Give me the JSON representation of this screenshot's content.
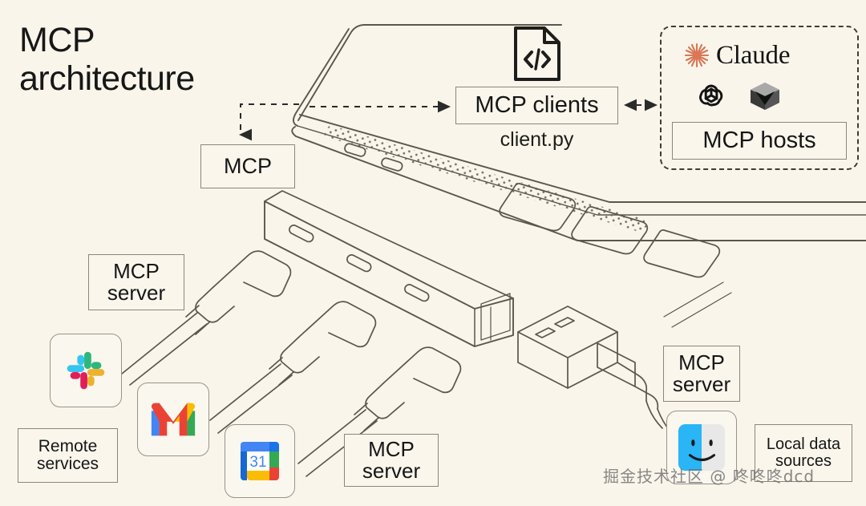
{
  "background_color": "#f9f5ea",
  "title": {
    "line1": "MCP",
    "line2": "architecture"
  },
  "boxes": {
    "mcp": "MCP",
    "mcp_clients": "MCP clients",
    "client_file": "client.py",
    "mcp_server_left_l1": "MCP",
    "mcp_server_left_l2": "server",
    "mcp_server_mid_l1": "MCP",
    "mcp_server_mid_l2": "server",
    "mcp_server_right_l1": "MCP",
    "mcp_server_right_l2": "server",
    "remote_services_l1": "Remote",
    "remote_services_l2": "services",
    "local_data_l1": "Local data",
    "local_data_l2": "sources",
    "mcp_hosts": "MCP hosts"
  },
  "hosts_panel": {
    "claude_label": "Claude",
    "claude_color": "#d97757",
    "icons": [
      "claude-sunburst-icon",
      "openai-icon",
      "cube-icon"
    ]
  },
  "icons": {
    "code_file": "code-file-icon",
    "slack": "slack-icon",
    "gmail": "gmail-icon",
    "google_calendar": "google-calendar-icon",
    "google_calendar_day": "31",
    "finder": "finder-icon"
  },
  "colors": {
    "line": "#5b564e",
    "box_border": "#8c857a",
    "box_fill": "#faf6ec",
    "slack_blue": "#36c5f0",
    "slack_green": "#2eb67d",
    "slack_red": "#e01e5a",
    "slack_yellow": "#ecb22e",
    "gmail_red": "#ea4335",
    "gmail_blue": "#4285f4",
    "gmail_green": "#34a853",
    "gmail_yellow": "#fbbc04",
    "finder_blue": "#2ab5f7"
  },
  "watermark": "掘金技术社区 @ 咚咚咚dcd"
}
